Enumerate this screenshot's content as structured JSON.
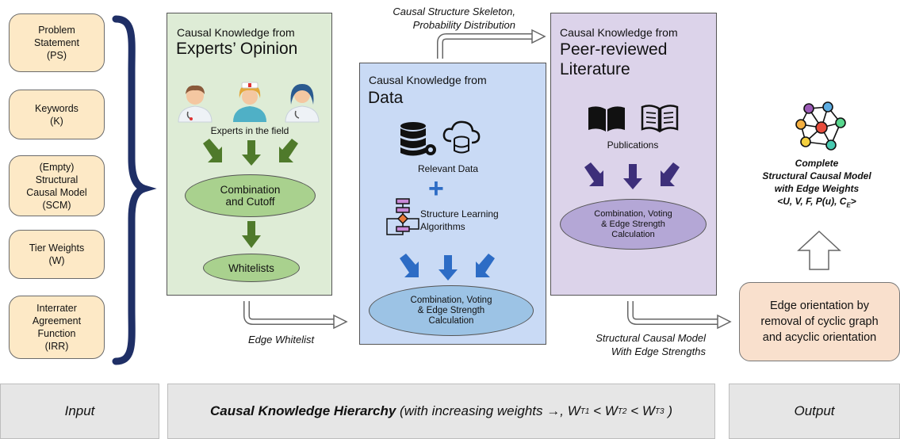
{
  "inputs": [
    {
      "label": "Problem\nStatement\n(PS)"
    },
    {
      "label": "Keywords\n(K)"
    },
    {
      "label": "(Empty)\nStructural\nCausal Model\n(SCM)"
    },
    {
      "label": "Tier Weights\n(W)"
    },
    {
      "label": "Interrater\nAgreement\nFunction\n(IRR)"
    }
  ],
  "experts": {
    "title_small": "Causal Knowledge from",
    "title_large": "Experts’ Opinion",
    "caption": "Experts in the field",
    "combine": "Combination\nand Cutoff",
    "whitelists": "Whitelists"
  },
  "data_panel": {
    "title_small": "Causal Knowledge from",
    "title_large": "Data",
    "caption_data": "Relevant Data",
    "plus": "+",
    "caption_algo": "Structure Learning\nAlgorithms",
    "combine": "Combination, Voting\n& Edge Strength\nCalculation"
  },
  "literature": {
    "title_small": "Causal Knowledge from",
    "title_large": "Peer-reviewed\nLiterature",
    "caption": "Publications",
    "combine": "Combination, Voting\n& Edge Strength\nCalculation"
  },
  "arrows": {
    "skeleton": "Causal Structure Skeleton,\nProbability Distribution",
    "whitelist": "Edge Whitelist",
    "scm": "Structural Causal Model\nWith Edge Strengths"
  },
  "output": {
    "model_line1": "Complete",
    "model_line2": "Structural Causal Model",
    "model_line3": "with Edge Weights",
    "model_line4": "<U, V, F, P(u), C",
    "model_sub": "E",
    "model_end": ">",
    "orientation": "Edge orientation by\nremoval of cyclic graph\nand acyclic orientation"
  },
  "footer": {
    "input": "Input",
    "hierarchy_bold": "Causal Knowledge Hierarchy",
    "hierarchy_rest": " (with increasing weights →, W",
    "t1": "T1",
    "lt1": " < W",
    "t2": "T2",
    "lt2": " < W",
    "t3": "T3",
    "close": " )",
    "output": "Output"
  },
  "colors": {
    "input_fill": "#fde9c6",
    "experts_fill": "#deecd6",
    "experts_arrow": "#4f7a2b",
    "ellipse_green": "#a9d18e",
    "data_fill": "#c9daf5",
    "data_arrow": "#2d6cc5",
    "ellipse_blue": "#9cc3e5",
    "lit_fill": "#dcd3ea",
    "lit_arrow": "#3d2f7a",
    "ellipse_purple": "#b4a7d6",
    "output_fill": "#f9e0cd",
    "brace": "#1f2f66"
  }
}
